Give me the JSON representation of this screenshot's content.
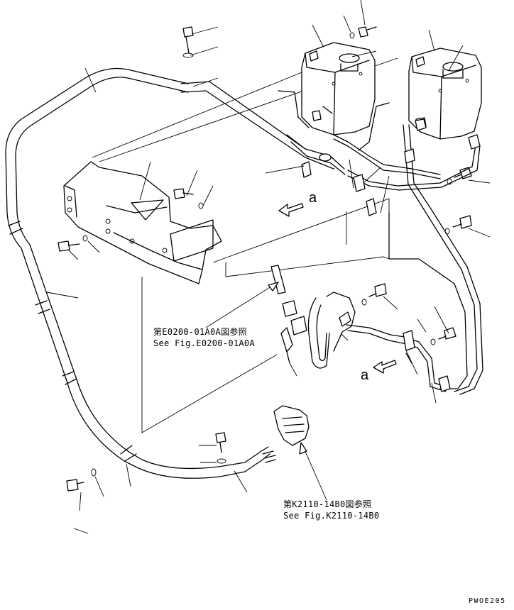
{
  "references": [
    {
      "jp": "第E0200-01A0A図参照",
      "en": "See Fig.E0200-01A0A"
    },
    {
      "jp": "第K2110-14B0図参照",
      "en": "See Fig.K2110-14B0"
    }
  ],
  "view_markers": [
    "a",
    "a"
  ],
  "drawing_code": "PWOE205"
}
